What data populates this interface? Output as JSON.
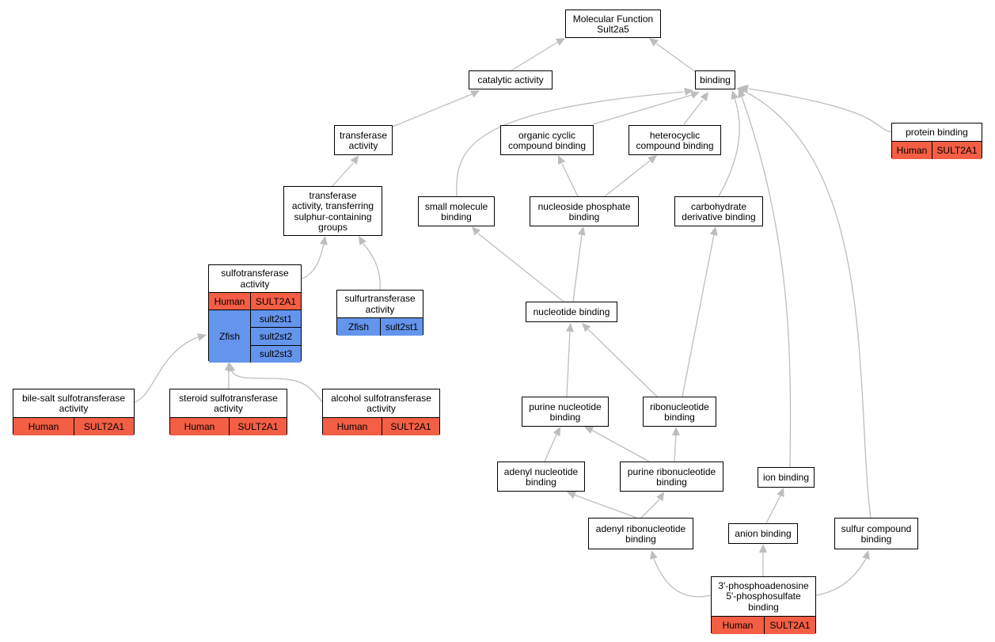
{
  "colors": {
    "human": "#f45e45",
    "zfish": "#6495ed",
    "edge": "#bdbdbd",
    "border": "#000000"
  },
  "nodes": {
    "mf": {
      "lines": [
        "Molecular Function",
        "Sult2a5"
      ]
    },
    "catalytic": {
      "lines": [
        "catalytic activity"
      ]
    },
    "binding": {
      "lines": [
        "binding"
      ]
    },
    "transferase": {
      "lines": [
        "transferase",
        "activity"
      ]
    },
    "organic_cyclic": {
      "lines": [
        "organic cyclic",
        "compound binding"
      ]
    },
    "heterocyclic": {
      "lines": [
        "heterocyclic",
        "compound binding"
      ]
    },
    "protein_binding": {
      "lines": [
        "protein binding"
      ],
      "annotations": [
        {
          "species": "Human",
          "genes": [
            "SULT2A1"
          ]
        }
      ]
    },
    "transferase_sulphur": {
      "lines": [
        "transferase",
        "activity, transferring",
        "sulphur-containing",
        "groups"
      ]
    },
    "small_molecule": {
      "lines": [
        "small molecule",
        "binding"
      ]
    },
    "nucleoside_phosphate": {
      "lines": [
        "nucleoside phosphate",
        "binding"
      ]
    },
    "carbohydrate": {
      "lines": [
        "carbohydrate",
        "derivative binding"
      ]
    },
    "sulfotransferase": {
      "lines": [
        "sulfotransferase",
        "activity"
      ],
      "annotations": [
        {
          "species": "Human",
          "genes": [
            "SULT2A1"
          ]
        },
        {
          "species": "Zfish",
          "genes": [
            "sult2st1",
            "sult2st2",
            "sult2st3"
          ]
        }
      ]
    },
    "sulfurtransferase": {
      "lines": [
        "sulfurtransferase",
        "activity"
      ],
      "annotations": [
        {
          "species": "Zfish",
          "genes": [
            "sult2st1"
          ]
        }
      ]
    },
    "nucleotide": {
      "lines": [
        "nucleotide binding"
      ]
    },
    "bile_salt": {
      "lines": [
        "bile-salt sulfotransferase",
        "activity"
      ],
      "annotations": [
        {
          "species": "Human",
          "genes": [
            "SULT2A1"
          ]
        }
      ]
    },
    "steroid": {
      "lines": [
        "steroid sulfotransferase",
        "activity"
      ],
      "annotations": [
        {
          "species": "Human",
          "genes": [
            "SULT2A1"
          ]
        }
      ]
    },
    "alcohol": {
      "lines": [
        "alcohol sulfotransferase",
        "activity"
      ],
      "annotations": [
        {
          "species": "Human",
          "genes": [
            "SULT2A1"
          ]
        }
      ]
    },
    "purine_nucleotide": {
      "lines": [
        "purine nucleotide",
        "binding"
      ]
    },
    "ribonucleotide": {
      "lines": [
        "ribonucleotide",
        "binding"
      ]
    },
    "adenyl_nucleotide": {
      "lines": [
        "adenyl nucleotide",
        "binding"
      ]
    },
    "purine_ribonucleotide": {
      "lines": [
        "purine ribonucleotide",
        "binding"
      ]
    },
    "ion": {
      "lines": [
        "ion binding"
      ]
    },
    "adenyl_ribonucleotide": {
      "lines": [
        "adenyl ribonucleotide",
        "binding"
      ]
    },
    "anion": {
      "lines": [
        "anion binding"
      ]
    },
    "sulfur_compound": {
      "lines": [
        "sulfur compound",
        "binding"
      ]
    },
    "paps": {
      "lines": [
        "3'-phosphoadenosine",
        "5'-phosphosulfate",
        "binding"
      ],
      "annotations": [
        {
          "species": "Human",
          "genes": [
            "SULT2A1"
          ]
        }
      ]
    }
  }
}
